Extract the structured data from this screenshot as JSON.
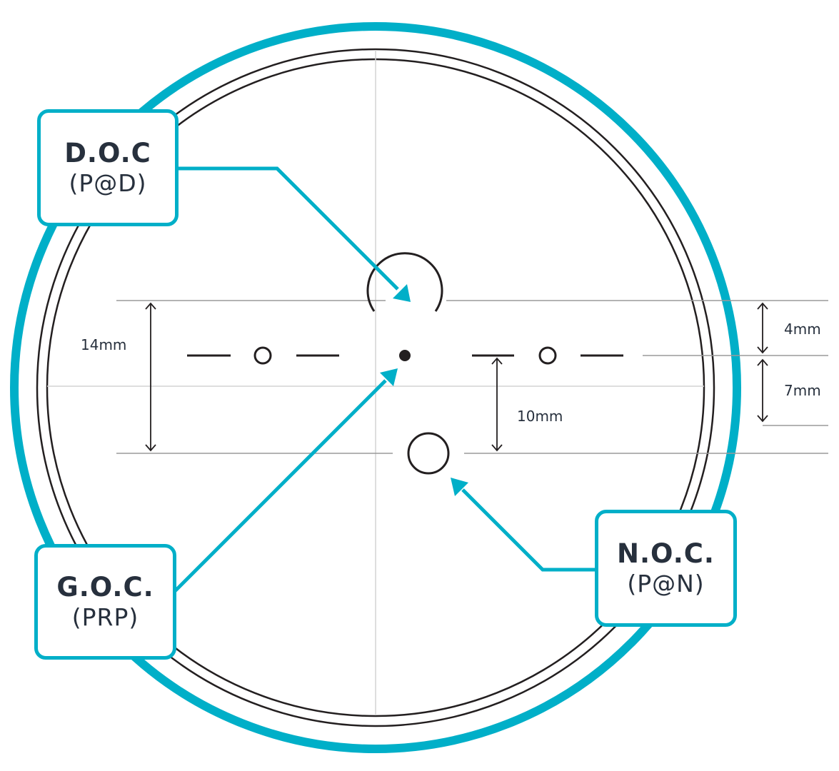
{
  "callouts": {
    "doc": {
      "title": "D.O.C",
      "subtitle": "(P@D)"
    },
    "goc": {
      "title": "G.O.C.",
      "subtitle": "(PRP)"
    },
    "noc": {
      "title": "N.O.C.",
      "subtitle": "(P@N)"
    }
  },
  "dimensions": {
    "d14": "14mm",
    "d10": "10mm",
    "d4": "4mm",
    "d7": "7mm"
  },
  "colors": {
    "accent": "#00afc8",
    "line": "#231f20",
    "guide": "#9a9a9a",
    "text": "#27303d"
  }
}
